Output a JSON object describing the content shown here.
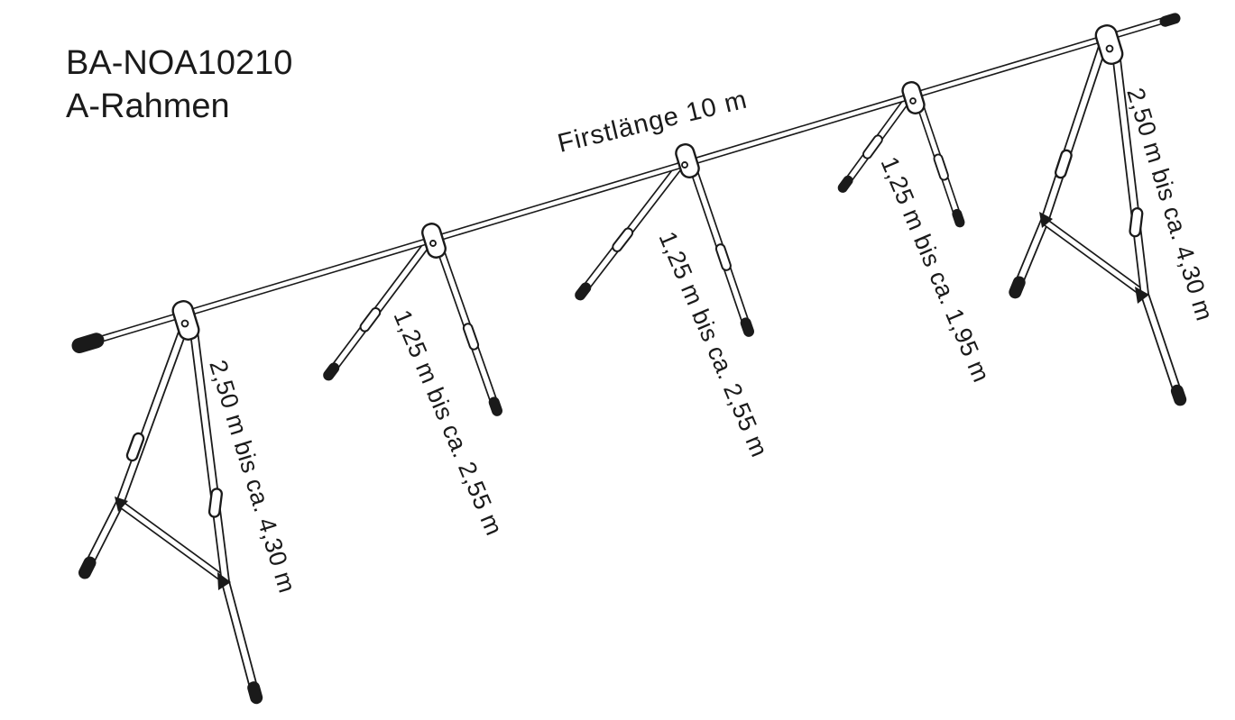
{
  "page": {
    "background_color": "#ffffff",
    "ink_color": "#1a1a1a"
  },
  "title": {
    "code": "BA-NOA10210",
    "name": "A-Rahmen"
  },
  "diagram": {
    "type": "technical-line-drawing",
    "subject": "A-frame ridge pole structure with five telescoping A-frame supports",
    "ridge": {
      "label": "Firstlänge 10 m"
    },
    "frames": [
      {
        "position": "far-left",
        "size": "large",
        "has_cross_brace": true,
        "label": "2,50 m bis ca. 4,30 m"
      },
      {
        "position": "second",
        "size": "small",
        "has_cross_brace": false,
        "label": "1,25 m bis ca. 2,55 m"
      },
      {
        "position": "middle",
        "size": "small",
        "has_cross_brace": false,
        "label": "1,25 m bis ca. 2,55 m"
      },
      {
        "position": "fourth",
        "size": "small",
        "has_cross_brace": false,
        "label": "1,25 m bis ca. 1,95 m"
      },
      {
        "position": "far-right",
        "size": "large",
        "has_cross_brace": true,
        "label": "2,50 m bis ca. 4,30 m"
      }
    ]
  }
}
